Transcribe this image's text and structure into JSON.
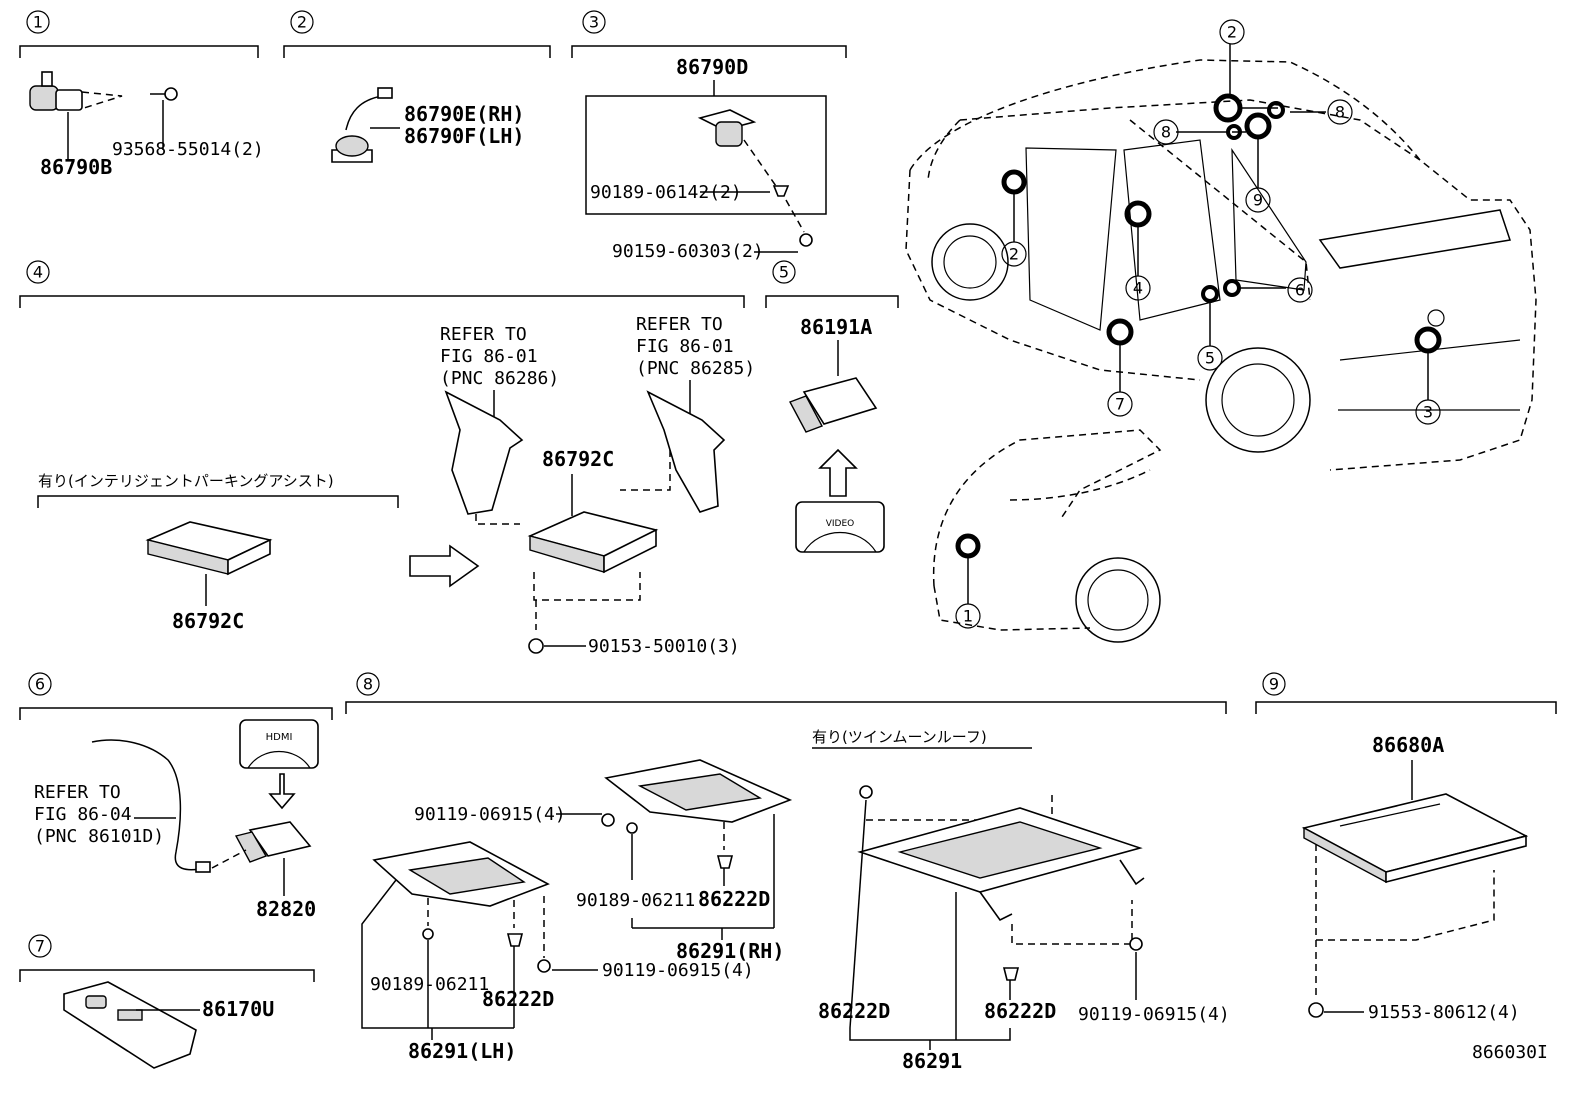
{
  "sections": {
    "s1": {
      "num": "1",
      "part_main": "86790B",
      "bolt": "93568-55014(2)"
    },
    "s2": {
      "num": "2",
      "part_rh": "86790E(RH)",
      "part_lh": "86790F(LH)"
    },
    "s3": {
      "num": "3",
      "part_main": "86790D",
      "screw_a": "90189-06142(2)",
      "screw_b": "90159-60303(2)"
    },
    "s4": {
      "num": "4",
      "refer1_l1": "REFER TO",
      "refer1_l2": "FIG 86-01",
      "refer1_l3": "(PNC 86286)",
      "refer2_l1": "REFER TO",
      "refer2_l2": "FIG 86-01",
      "refer2_l3": "(PNC 86285)",
      "option_label": "有り(インテリジェントパーキングアシスト)",
      "ecu_left": "86792C",
      "ecu_right": "86792C",
      "bolt": "90153-50010(3)"
    },
    "s5": {
      "num": "5",
      "part_main": "86191A",
      "video_label": "VIDEO"
    },
    "s6": {
      "num": "6",
      "refer_l1": "REFER TO",
      "refer_l2": "FIG 86-04",
      "refer_l3": "(PNC 86101D)",
      "hdmi_label": "HDMI",
      "part_main": "82820"
    },
    "s7": {
      "num": "7",
      "part_main": "86170U"
    },
    "s8": {
      "num": "8",
      "bolt_top": "90119-06915(4)",
      "clip_a": "90189-06211",
      "clip_b": "86222D",
      "assy_rh": "86291(RH)",
      "clip_c": "90189-06211",
      "clip_d": "86222D",
      "bolt_bottom": "90119-06915(4)",
      "assy_lh": "86291(LH)",
      "option_label": "有り(ツインムーンルーフ)",
      "clip_e": "86222D",
      "clip_f": "86222D",
      "bolt_right": "90119-06915(4)",
      "assy": "86291"
    },
    "s9": {
      "num": "9",
      "part_main": "86680A",
      "bolt": "91553-80612(4)"
    }
  },
  "callouts": [
    "1",
    "2",
    "2",
    "3",
    "4",
    "5",
    "6",
    "7",
    "8",
    "8",
    "9"
  ],
  "figure_id": "866030I"
}
